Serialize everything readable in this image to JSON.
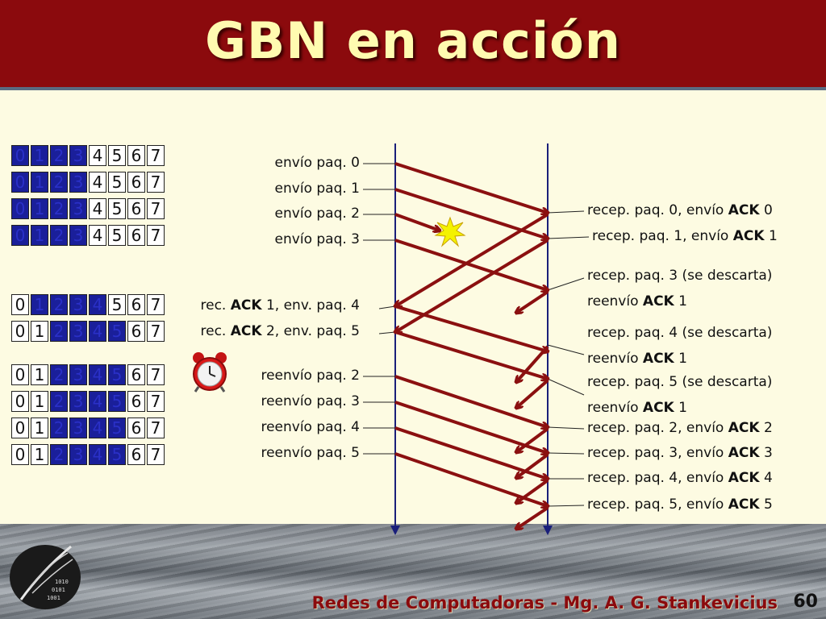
{
  "title": "GBN en acción",
  "footer": {
    "text": "Redes de Computadoras - Mg. A. G. Stankevicius",
    "page": "60"
  },
  "windows": {
    "digits": [
      "0",
      "1",
      "2",
      "3",
      "4",
      "5",
      "6",
      "7"
    ],
    "rows": [
      {
        "blue": [
          0,
          1,
          2,
          3
        ]
      },
      {
        "blue": [
          0,
          1,
          2,
          3
        ]
      },
      {
        "blue": [
          0,
          1,
          2,
          3
        ]
      },
      {
        "blue": [
          0,
          1,
          2,
          3
        ]
      },
      {
        "blue": [
          1,
          2,
          3,
          4
        ]
      },
      {
        "blue": [
          2,
          3,
          4,
          5
        ]
      },
      {
        "blue": [
          2,
          3,
          4,
          5
        ]
      },
      {
        "blue": [
          2,
          3,
          4,
          5
        ]
      },
      {
        "blue": [
          2,
          3,
          4,
          5
        ]
      },
      {
        "blue": [
          2,
          3,
          4,
          5
        ]
      }
    ]
  },
  "sender_labels": [
    {
      "pre": "envío paq. 0",
      "bold": "",
      "post": ""
    },
    {
      "pre": "envío paq. 1",
      "bold": "",
      "post": ""
    },
    {
      "pre": "envío paq. 2",
      "bold": "",
      "post": ""
    },
    {
      "pre": "envío paq. 3",
      "bold": "",
      "post": ""
    },
    {
      "pre": "rec. ",
      "bold": "ACK",
      "post": " 1, env. paq. 4"
    },
    {
      "pre": "rec. ",
      "bold": "ACK",
      "post": " 2, env. paq. 5"
    },
    {
      "pre": "reenvío paq. 2",
      "bold": "",
      "post": ""
    },
    {
      "pre": "reenvío paq. 3",
      "bold": "",
      "post": ""
    },
    {
      "pre": "reenvío paq. 4",
      "bold": "",
      "post": ""
    },
    {
      "pre": "reenvío paq. 5",
      "bold": "",
      "post": ""
    }
  ],
  "receiver_labels": [
    {
      "pre": "recep. paq. 0, envío ",
      "bold": "ACK",
      "post": " 0"
    },
    {
      "pre": "recep. paq. 1, envío ",
      "bold": "ACK",
      "post": " 1"
    },
    {
      "pre": "recep. paq. 3 (se descarta)",
      "bold": "",
      "post": ""
    },
    {
      "pre": "reenvío ",
      "bold": "ACK",
      "post": " 1"
    },
    {
      "pre": "recep. paq. 4 (se descarta)",
      "bold": "",
      "post": ""
    },
    {
      "pre": "reenvío ",
      "bold": "ACK",
      "post": " 1"
    },
    {
      "pre": "recep. paq. 5 (se descarta)",
      "bold": "",
      "post": ""
    },
    {
      "pre": "reenvío ",
      "bold": "ACK",
      "post": " 1"
    },
    {
      "pre": "recep. paq. 2, envío ",
      "bold": "ACK",
      "post": " 2"
    },
    {
      "pre": "recep. paq. 3, envío ",
      "bold": "ACK",
      "post": " 3"
    },
    {
      "pre": "recep. paq. 4, envío ",
      "bold": "ACK",
      "post": " 4"
    },
    {
      "pre": "recep. paq. 5, envío ",
      "bold": "ACK",
      "post": " 5"
    }
  ],
  "colors": {
    "header": "#8b0a0d",
    "arrow": "#8b1010",
    "timeline": "#1a1f7a",
    "window_blue": "#1a1f9a"
  }
}
